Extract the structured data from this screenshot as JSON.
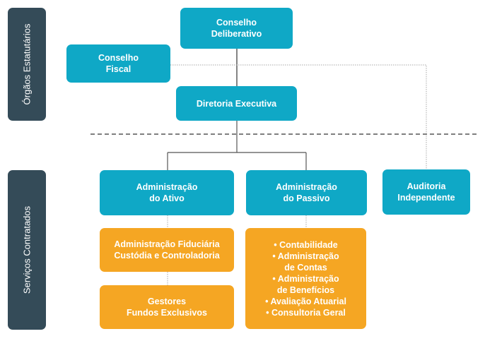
{
  "sections": {
    "statutory": "Órgãos Estatutários",
    "contracted": "Serviços Contratados"
  },
  "nodes": {
    "conselho_deliberativo": [
      "Conselho",
      "Deliberativo"
    ],
    "conselho_fiscal": [
      "Conselho",
      "Fiscal"
    ],
    "diretoria_executiva": [
      "Diretoria Executiva"
    ],
    "admin_ativo": [
      "Administração",
      "do Ativo"
    ],
    "admin_passivo": [
      "Administração",
      "do Passivo"
    ],
    "auditoria": [
      "Auditoria",
      "Independente"
    ],
    "fiduciaria": [
      "Administração Fiduciária",
      "Custódia e Controladoria"
    ],
    "gestores": [
      "Gestores",
      "Fundos Exclusivos"
    ],
    "passivo_services": [
      "• Contabilidade",
      "• Administração",
      "de Contas",
      "• Administração",
      "de Benefícios",
      "• Avaliação Atuarial",
      "• Consultoria Geral"
    ]
  },
  "colors": {
    "teal": "#0fa8c6",
    "orange": "#f5a623",
    "side_panel": "#344b58",
    "connector": "#666666"
  }
}
